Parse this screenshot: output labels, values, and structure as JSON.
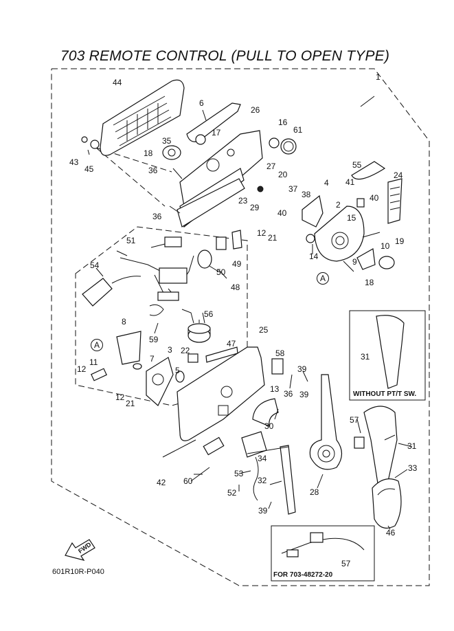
{
  "title": "703 REMOTE CONTROL (PULL TO OPEN TYPE)",
  "diagram_code": "601R10R-P040",
  "fwd_label": "FWD",
  "inset_without": "WITHOUT PT/T SW.",
  "inset_for": "FOR 703-48272-20",
  "callouts": {
    "c1": "1",
    "c2": "2",
    "c3": "3",
    "c4": "4",
    "c5": "5",
    "c6": "6",
    "c7": "7",
    "c8": "8",
    "c9": "9",
    "c10": "10",
    "c11": "11",
    "c12a": "12",
    "c12b": "12",
    "c12c": "12",
    "c13": "13",
    "c14": "14",
    "c15": "15",
    "c16": "16",
    "c17": "17",
    "c18a": "18",
    "c18b": "18",
    "c19": "19",
    "c20": "20",
    "c21a": "21",
    "c21b": "21",
    "c22": "22",
    "c23": "23",
    "c24": "24",
    "c25": "25",
    "c26": "26",
    "c27": "27",
    "c28": "28",
    "c29": "29",
    "c30": "30",
    "c31a": "31",
    "c31b": "31",
    "c32": "32",
    "c33": "33",
    "c34": "34",
    "c35": "35",
    "c36a": "36",
    "c36b": "36",
    "c36c": "36",
    "c37": "37",
    "c38": "38",
    "c39a": "39",
    "c39b": "39",
    "c39c": "39",
    "c40a": "40",
    "c40b": "40",
    "c41": "41",
    "c42": "42",
    "c43": "43",
    "c44": "44",
    "c45": "45",
    "c46": "46",
    "c47": "47",
    "c48": "48",
    "c49": "49",
    "c50": "50",
    "c51": "51",
    "c52": "52",
    "c53": "53",
    "c54": "54",
    "c55": "55",
    "c56": "56",
    "c57a": "57",
    "c57b": "57",
    "c58": "58",
    "c59": "59",
    "c60": "60",
    "c61": "61",
    "ca1": "A",
    "ca2": "A"
  }
}
